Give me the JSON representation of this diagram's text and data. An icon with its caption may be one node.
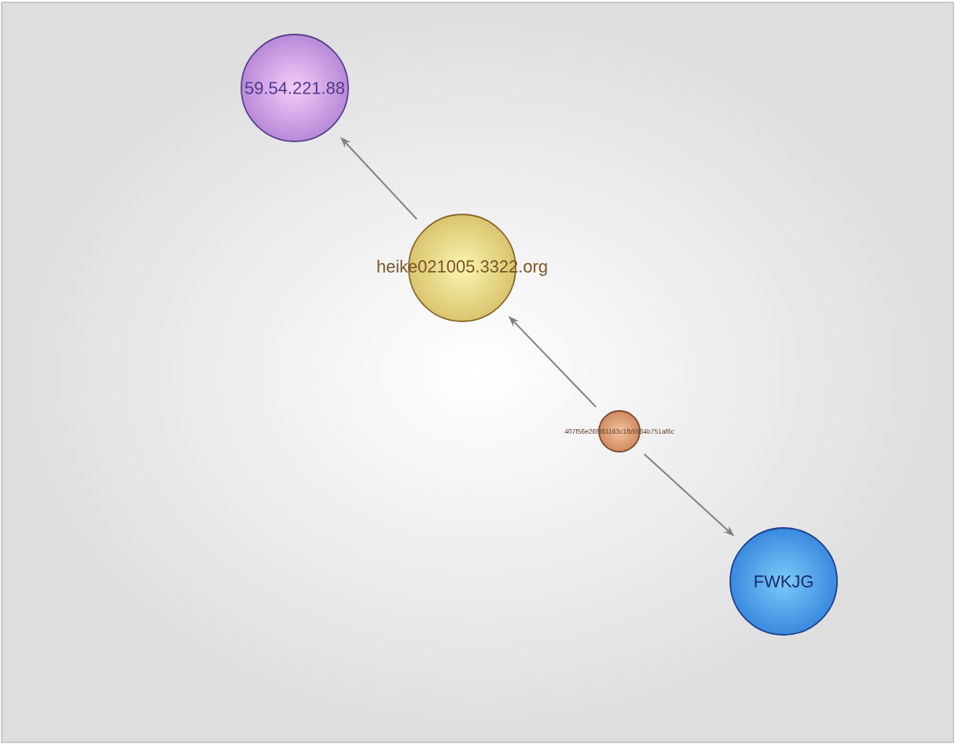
{
  "diagram": {
    "nodes": [
      {
        "text": [
          "59.54.221.88"
        ]
      },
      {
        "text": [
          "heike021005.3322.org"
        ]
      },
      {
        "text": [
          "407f56e26f981163c1fb5584b751af6c"
        ]
      },
      {
        "text": [
          "FWKJG"
        ]
      }
    ],
    "edges": [
      {
        "from": 1,
        "to": 0,
        "arrow": "to"
      },
      {
        "from": 2,
        "to": 1,
        "arrow": "to"
      },
      {
        "from": 2,
        "to": 3,
        "arrow": "to"
      }
    ]
  }
}
